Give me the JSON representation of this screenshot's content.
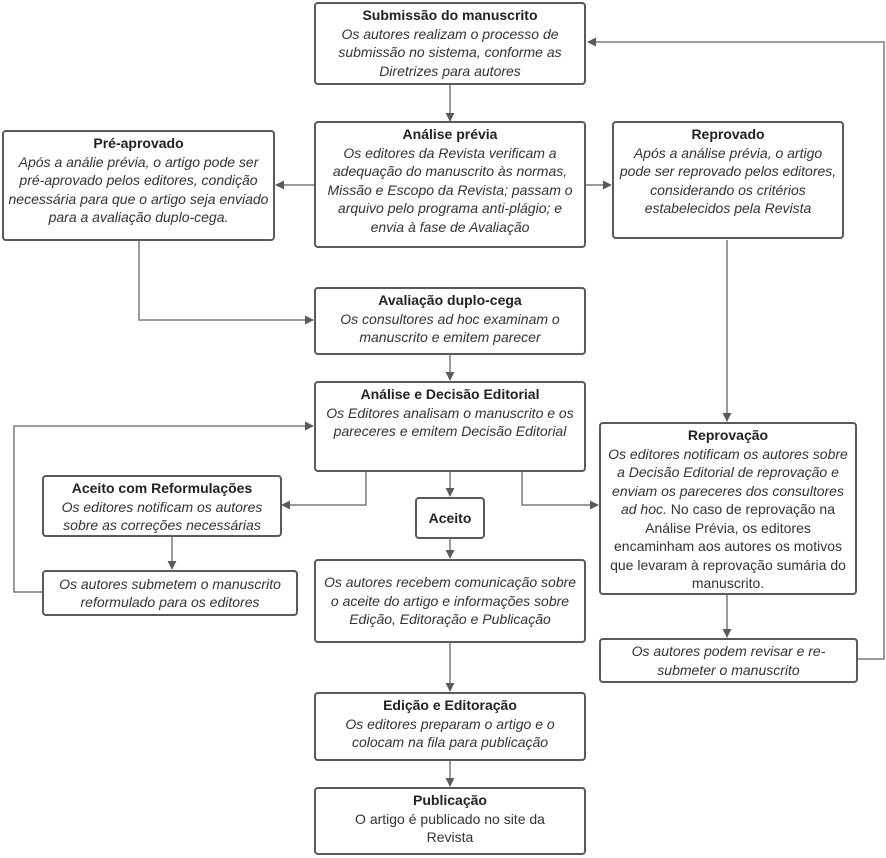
{
  "submissao": {
    "title": "Submissão do manuscrito",
    "text": "Os autores realizam o processo de submissão no sistema, conforme as Diretrizes para autores"
  },
  "pre_aprovado": {
    "title": "Pré-aprovado",
    "text": "Após a análie prévia, o artigo pode ser pré-aprovado pelos editores, condição necessária para que o artigo seja enviado para a avaliação duplo-cega."
  },
  "analise_previa": {
    "title": "Análise prévia",
    "text": "Os editores da Revista verificam a adequação do manuscrito às normas, Missão e Escopo da Revista; passam o arquivo pelo programa anti-plágio; e envia à fase de Avaliação"
  },
  "reprovado": {
    "title": "Reprovado",
    "text": "Após a análise prévia, o artigo pode ser reprovado pelos editores, considerando os critérios estabelecidos pela Revista"
  },
  "avaliacao": {
    "title": "Avaliação duplo-cega",
    "text": "Os consultores ad hoc examinam o manuscrito e emitem parecer"
  },
  "decisao": {
    "title": "Análise e Decisão Editorial",
    "text": "Os Editores analisam o manuscrito e os pareceres e emitem Decisão Editorial"
  },
  "reformulacoes": {
    "title": "Aceito com Reformulações",
    "text": "Os editores notificam os autores sobre as correções necessárias"
  },
  "aceito": {
    "title": "Aceito"
  },
  "reprovacao": {
    "title": "Reprovação",
    "text_italic": "Os editores notificam os autores sobre a Decisão Editorial de reprovação e enviam os pareceres dos consultores ad hoc.",
    "text_plain": " No caso de reprovação na Análise Prévia, os editores encaminham aos autores os motivos que levaram à reprovação sumária do manuscrito."
  },
  "resubmeter_reformulado": {
    "text": "Os autores submetem o manuscrito reformulado para os editores"
  },
  "comunicacao": {
    "text": "Os autores recebem comunicação sobre o aceite do artigo e informações sobre Edição, Editoração e Publicação"
  },
  "revisar": {
    "text": "Os autores podem revisar e re-submeter o manuscrito"
  },
  "edicao": {
    "title": "Edição e Editoração",
    "text": "Os editores preparam o artigo e o colocam na fila para publicação"
  },
  "publicacao": {
    "title": "Publicação",
    "text": "O artigo é publicado no site da Revista"
  }
}
